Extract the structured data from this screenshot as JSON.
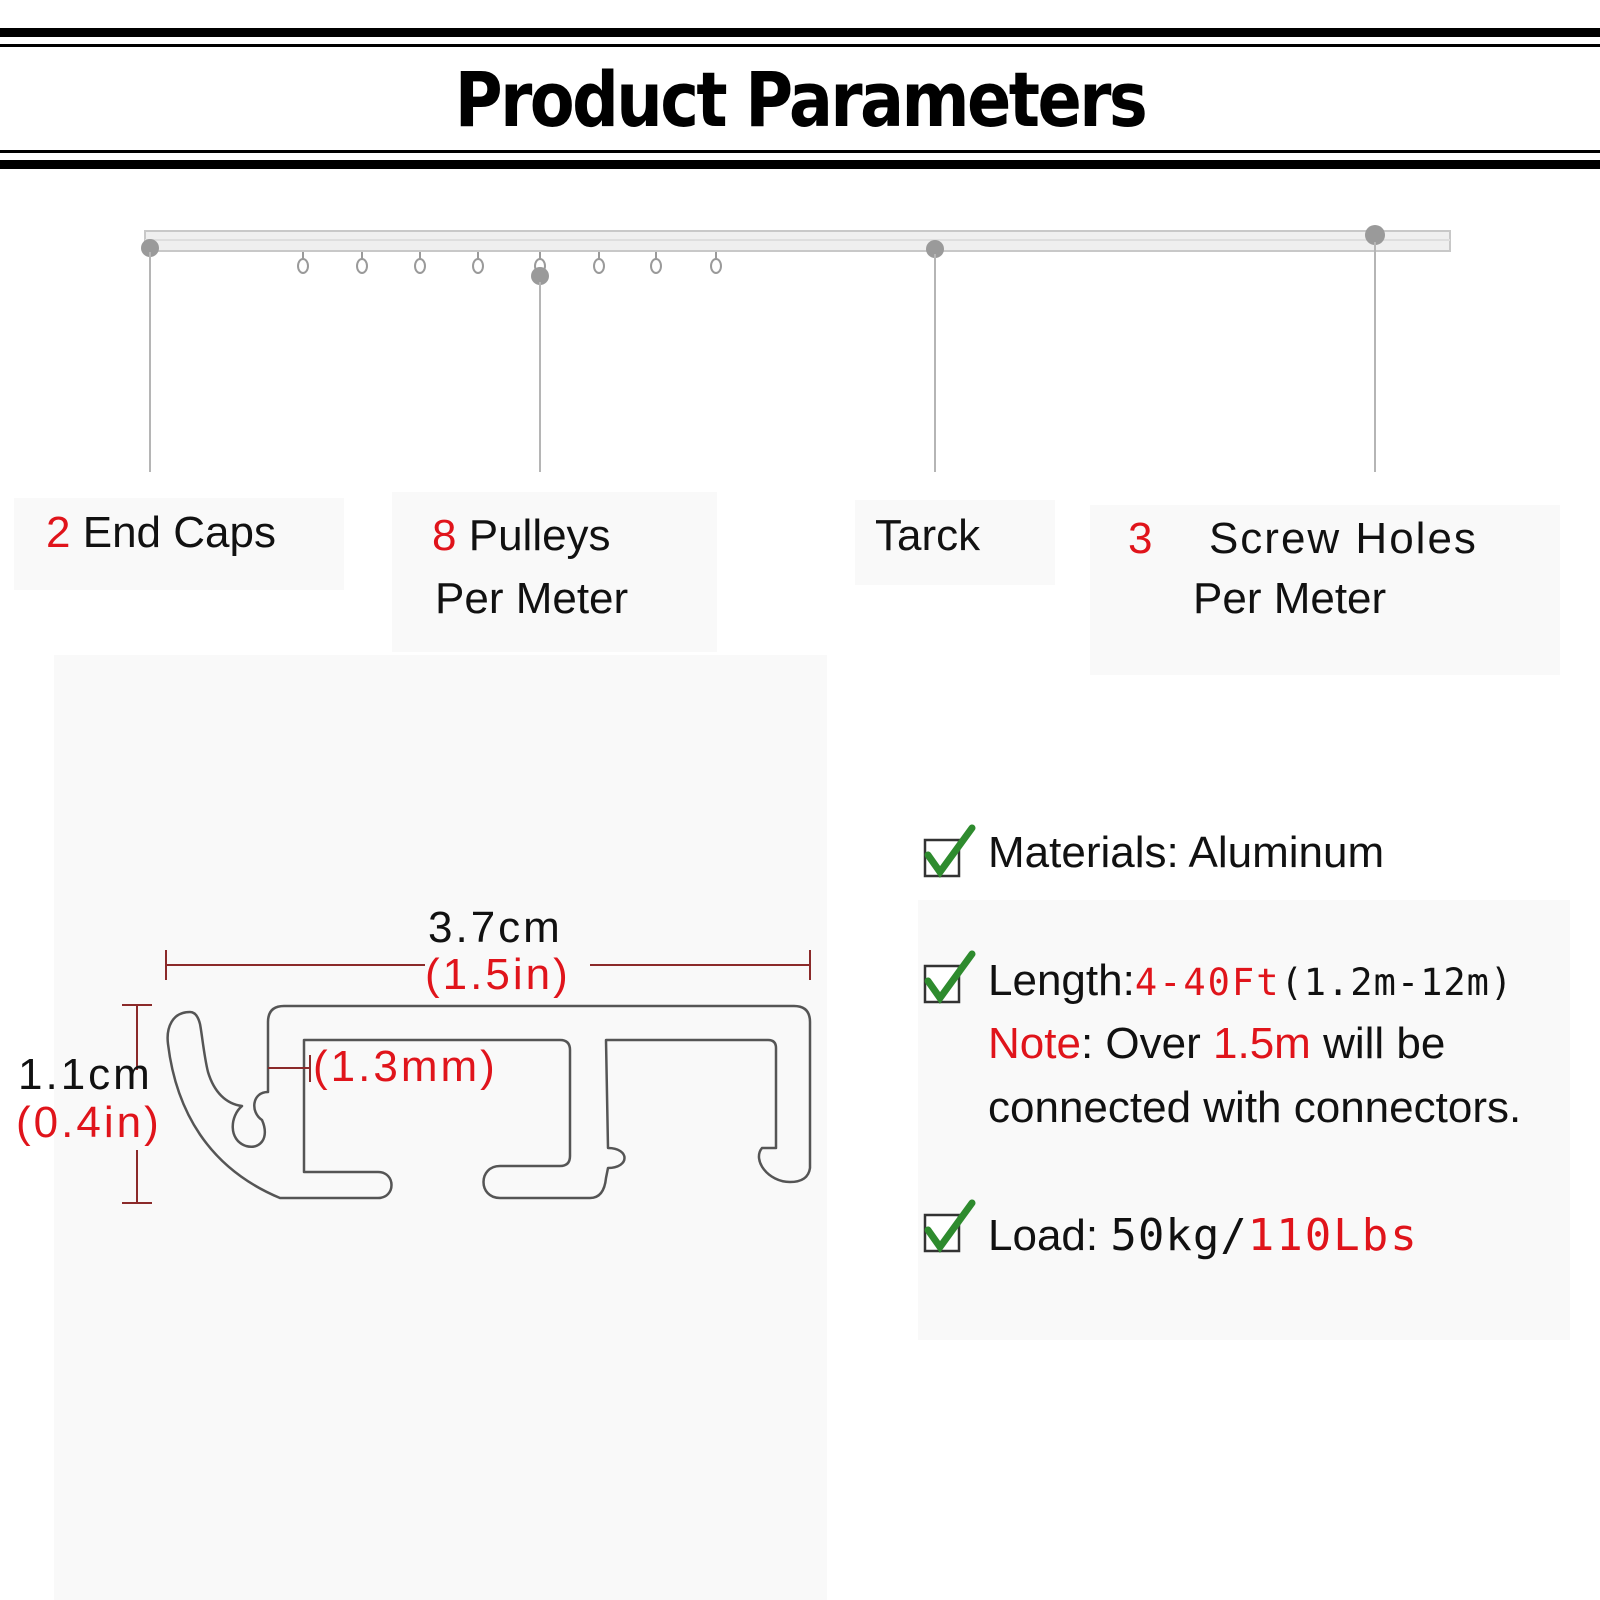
{
  "title": "Product Parameters",
  "callouts": [
    {
      "number": "2",
      "text": "End Caps",
      "text2": ""
    },
    {
      "number": "8",
      "text": "Pulleys",
      "text2": "Per Meter"
    },
    {
      "number": "",
      "text": "Tarck",
      "text2": ""
    },
    {
      "number": "3",
      "text": "Screw Holes",
      "text2": "Per Meter"
    }
  ],
  "dimensions": {
    "width_cm": "3.7cm",
    "width_in": "(1.5in)",
    "height_cm": "1.1cm",
    "height_in": "(0.4in)",
    "thickness": "(1.3mm)"
  },
  "specs": {
    "materials_label": "Materials:",
    "materials_value": "Aluminum",
    "length_label": "Length:",
    "length_ft": "4-40Ft",
    "length_m": "(1.2m-12m)",
    "note_label": "Note",
    "note_colon": ":",
    "note_over": "Over",
    "note_value": "1.5m",
    "note_rest1": "will be",
    "note_rest2": "connected with connectors.",
    "load_label": "Load:",
    "load_kg": "50kg/",
    "load_lbs": "110Lbs"
  },
  "colors": {
    "accent_red": "#e0141b",
    "check_green": "#2e8b2e",
    "dimension_line": "#8b2a2a"
  },
  "icons": [
    "checkbox-check-icon"
  ]
}
